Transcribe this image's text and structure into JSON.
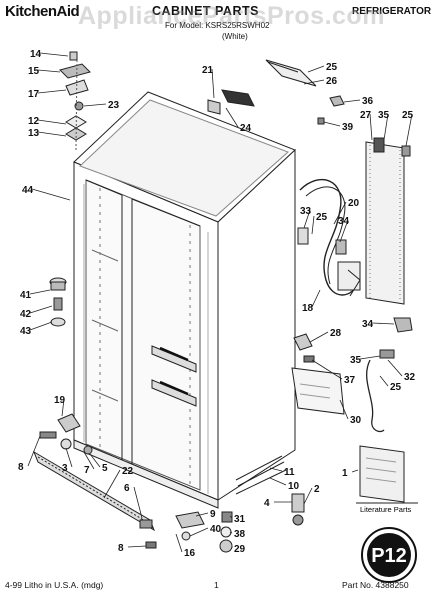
{
  "header": {
    "brand": "KitchenAid",
    "title": "CABINET PARTS",
    "subtitle": "For Model: KSRS25RSWH02",
    "color_note": "(White)",
    "category": "REFRIGERATOR"
  },
  "watermark": "AppliancePartsPros.com",
  "footer": {
    "left": "4-99 Litho in U.S.A. (mdg)",
    "center": "1",
    "right": "Part No. 4388250"
  },
  "literature_label": "Literature Parts",
  "badge_text": "P12",
  "callouts": [
    {
      "id": "c14",
      "label": "14"
    },
    {
      "id": "c15",
      "label": "15"
    },
    {
      "id": "c17",
      "label": "17"
    },
    {
      "id": "c23",
      "label": "23"
    },
    {
      "id": "c12",
      "label": "12"
    },
    {
      "id": "c13",
      "label": "13"
    },
    {
      "id": "c21",
      "label": "21"
    },
    {
      "id": "c24",
      "label": "24"
    },
    {
      "id": "c25a",
      "label": "25"
    },
    {
      "id": "c26",
      "label": "26"
    },
    {
      "id": "c36",
      "label": "36"
    },
    {
      "id": "c27",
      "label": "27"
    },
    {
      "id": "c35a",
      "label": "35"
    },
    {
      "id": "c25b",
      "label": "25"
    },
    {
      "id": "c39",
      "label": "39"
    },
    {
      "id": "c44",
      "label": "44"
    },
    {
      "id": "c20",
      "label": "20"
    },
    {
      "id": "c33",
      "label": "33"
    },
    {
      "id": "c25c",
      "label": "25"
    },
    {
      "id": "c34a",
      "label": "34"
    },
    {
      "id": "c41",
      "label": "41"
    },
    {
      "id": "c42",
      "label": "42"
    },
    {
      "id": "c43",
      "label": "43"
    },
    {
      "id": "c18",
      "label": "18"
    },
    {
      "id": "c28",
      "label": "28"
    },
    {
      "id": "c34b",
      "label": "34"
    },
    {
      "id": "c35b",
      "label": "35"
    },
    {
      "id": "c37",
      "label": "37"
    },
    {
      "id": "c32",
      "label": "32"
    },
    {
      "id": "c25d",
      "label": "25"
    },
    {
      "id": "c19",
      "label": "19"
    },
    {
      "id": "c30",
      "label": "30"
    },
    {
      "id": "c8a",
      "label": "8"
    },
    {
      "id": "c3",
      "label": "3"
    },
    {
      "id": "c7",
      "label": "7"
    },
    {
      "id": "c5",
      "label": "5"
    },
    {
      "id": "c22",
      "label": "22"
    },
    {
      "id": "c11",
      "label": "11"
    },
    {
      "id": "c10",
      "label": "10"
    },
    {
      "id": "c4",
      "label": "4"
    },
    {
      "id": "c2",
      "label": "2"
    },
    {
      "id": "c1",
      "label": "1"
    },
    {
      "id": "c6",
      "label": "6"
    },
    {
      "id": "c9",
      "label": "9"
    },
    {
      "id": "c40",
      "label": "40"
    },
    {
      "id": "c31",
      "label": "31"
    },
    {
      "id": "c38",
      "label": "38"
    },
    {
      "id": "c29",
      "label": "29"
    },
    {
      "id": "c8b",
      "label": "8"
    },
    {
      "id": "c16",
      "label": "16"
    }
  ]
}
